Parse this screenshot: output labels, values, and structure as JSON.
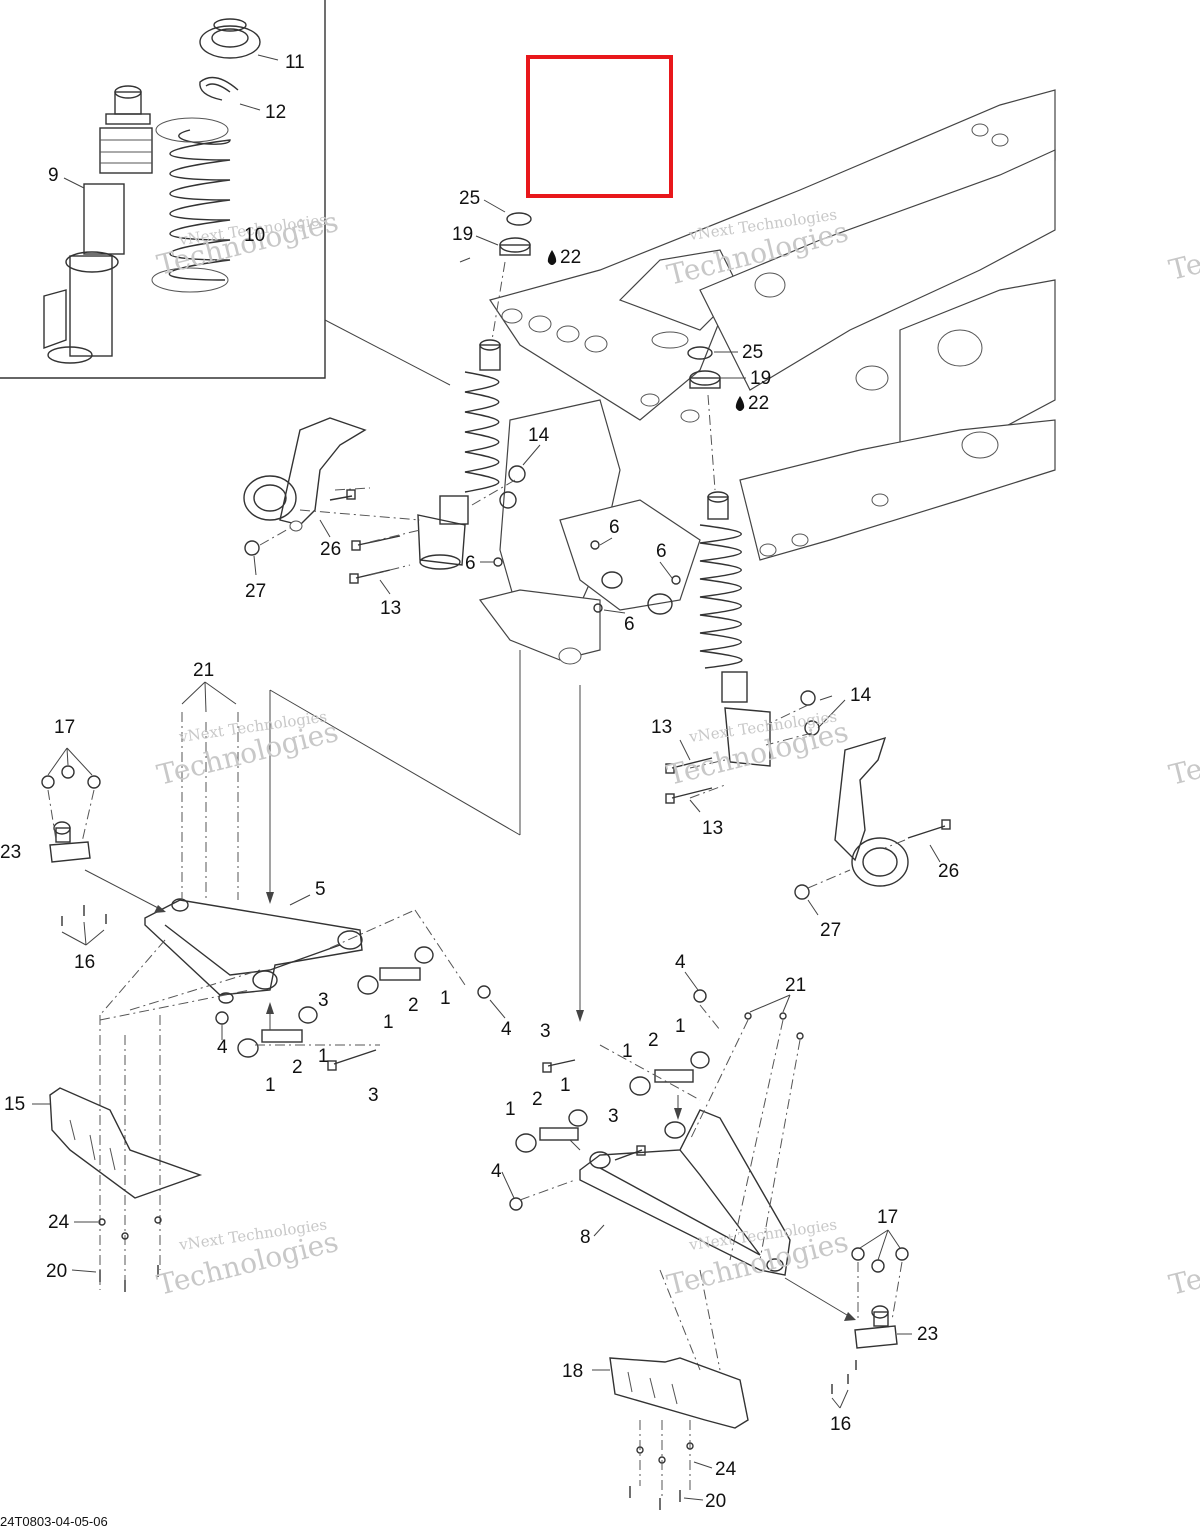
{
  "diagram": {
    "drawing_code": "24T0803-04-05-06",
    "watermark": {
      "line1": "vNext Technologies",
      "line2": "Technologies"
    },
    "highlight_color": "#e8171b",
    "callouts": [
      {
        "id": "c11a",
        "text": "11"
      },
      {
        "id": "c12a",
        "text": "12"
      },
      {
        "id": "c9a",
        "text": "9"
      },
      {
        "id": "c10a",
        "text": "10"
      },
      {
        "id": "c25a",
        "text": "25"
      },
      {
        "id": "c19a",
        "text": "19"
      },
      {
        "id": "c22a",
        "text": "22"
      },
      {
        "id": "c25b",
        "text": "25"
      },
      {
        "id": "c19b",
        "text": "19"
      },
      {
        "id": "c22b",
        "text": "22"
      },
      {
        "id": "c14a",
        "text": "14"
      },
      {
        "id": "c26a",
        "text": "26"
      },
      {
        "id": "c27a",
        "text": "27"
      },
      {
        "id": "c13a",
        "text": "13"
      },
      {
        "id": "c6a",
        "text": "6"
      },
      {
        "id": "c6b",
        "text": "6"
      },
      {
        "id": "c6c",
        "text": "6"
      },
      {
        "id": "c6d",
        "text": "6"
      },
      {
        "id": "c21a",
        "text": "21"
      },
      {
        "id": "c17a",
        "text": "17"
      },
      {
        "id": "c23a",
        "text": "23"
      },
      {
        "id": "c16a",
        "text": "16"
      },
      {
        "id": "c5a",
        "text": "5"
      },
      {
        "id": "c3a",
        "text": "3"
      },
      {
        "id": "c2a",
        "text": "2"
      },
      {
        "id": "c1a",
        "text": "1"
      },
      {
        "id": "c1b",
        "text": "1"
      },
      {
        "id": "c4a",
        "text": "4"
      },
      {
        "id": "c4b",
        "text": "4"
      },
      {
        "id": "c1c",
        "text": "1"
      },
      {
        "id": "c2b",
        "text": "2"
      },
      {
        "id": "c1d",
        "text": "1"
      },
      {
        "id": "c3b",
        "text": "3"
      },
      {
        "id": "c15a",
        "text": "15"
      },
      {
        "id": "c24a",
        "text": "24"
      },
      {
        "id": "c20a",
        "text": "20"
      },
      {
        "id": "c14b",
        "text": "14"
      },
      {
        "id": "c13b",
        "text": "13"
      },
      {
        "id": "c13c",
        "text": "13"
      },
      {
        "id": "c26b",
        "text": "26"
      },
      {
        "id": "c27b",
        "text": "27"
      },
      {
        "id": "c4c",
        "text": "4"
      },
      {
        "id": "c21b",
        "text": "21"
      },
      {
        "id": "c3c",
        "text": "3"
      },
      {
        "id": "c2c",
        "text": "2"
      },
      {
        "id": "c1e",
        "text": "1"
      },
      {
        "id": "c1f",
        "text": "1"
      },
      {
        "id": "c1g",
        "text": "1"
      },
      {
        "id": "c2d",
        "text": "2"
      },
      {
        "id": "c1h",
        "text": "1"
      },
      {
        "id": "c3d",
        "text": "3"
      },
      {
        "id": "c4d",
        "text": "4"
      },
      {
        "id": "c8a",
        "text": "8"
      },
      {
        "id": "c17b",
        "text": "17"
      },
      {
        "id": "c23b",
        "text": "23"
      },
      {
        "id": "c16b",
        "text": "16"
      },
      {
        "id": "c18a",
        "text": "18"
      },
      {
        "id": "c24b",
        "text": "24"
      },
      {
        "id": "c20b",
        "text": "20"
      }
    ]
  }
}
